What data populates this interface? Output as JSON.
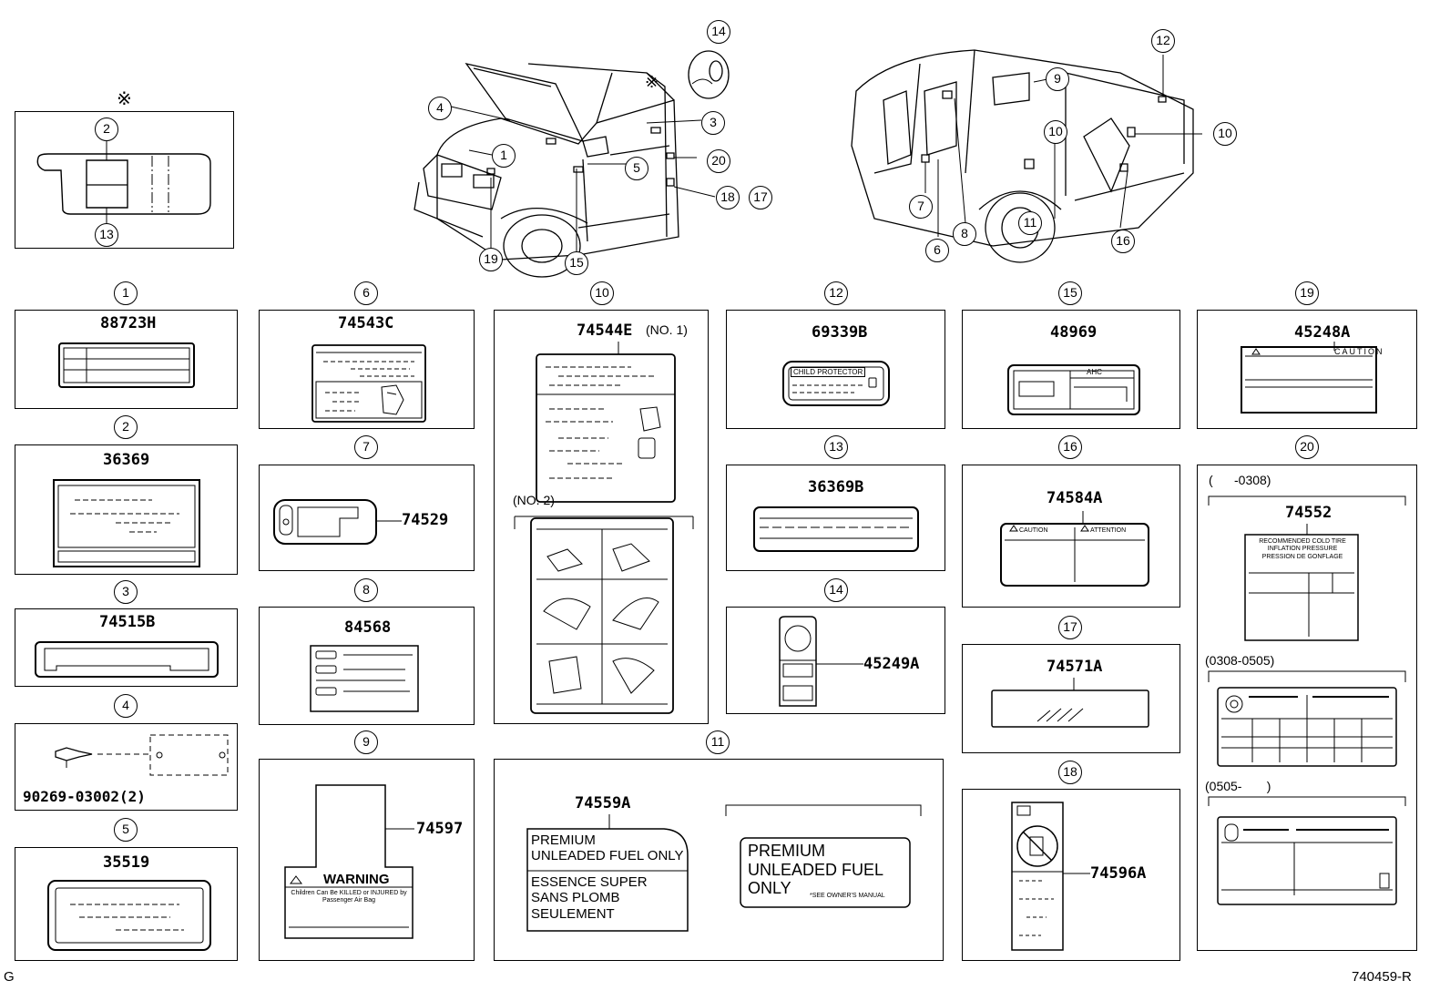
{
  "asterisk": "※",
  "footer_left": "G",
  "footer_right": "740459-R",
  "parts": {
    "p1": {
      "num": "1",
      "code": "88723H"
    },
    "p2": {
      "num": "2",
      "code": "36369"
    },
    "p3": {
      "num": "3",
      "code": "74515B"
    },
    "p4": {
      "num": "4",
      "code": "90269-03002(2)"
    },
    "p5": {
      "num": "5",
      "code": "35519"
    },
    "p6": {
      "num": "6",
      "code": "74543C"
    },
    "p7": {
      "num": "7",
      "code": "74529"
    },
    "p8": {
      "num": "8",
      "code": "84568"
    },
    "p9": {
      "num": "9",
      "code": "74597",
      "warning": "WARNING",
      "warning_text": "Children Can Be KILLED or INJURED by Passenger Air Bag"
    },
    "p10": {
      "num": "10",
      "code": "74544E",
      "code_suffix": "(NO. 1)",
      "sub": "(NO. 2)"
    },
    "p11": {
      "num": "11",
      "code": "74559A",
      "label1": [
        "PREMIUM",
        "UNLEADED FUEL ONLY"
      ],
      "label1b": [
        "ESSENCE SUPER",
        "SANS PLOMB",
        "SEULEMENT"
      ],
      "label2": [
        "PREMIUM",
        "UNLEADED FUEL",
        "ONLY"
      ],
      "label2_note": "*SEE OWNER'S MANUAL"
    },
    "p12": {
      "num": "12",
      "code": "69339B",
      "label": "CHILD PROTECTOR"
    },
    "p13": {
      "num": "13",
      "code": "36369B"
    },
    "p14": {
      "num": "14",
      "code": "45249A"
    },
    "p15": {
      "num": "15",
      "code": "48969",
      "label": "AHC"
    },
    "p16": {
      "num": "16",
      "code": "74584A",
      "caution": "CAUTION",
      "attention": "ATTENTION"
    },
    "p17": {
      "num": "17",
      "code": "74571A"
    },
    "p18": {
      "num": "18",
      "code": "74596A"
    },
    "p19": {
      "num": "19",
      "code": "45248A",
      "label": "CAUTION"
    },
    "p20": {
      "num": "20",
      "code": "74552",
      "range1": "(      -0308)",
      "range2": "(0308-0505)",
      "range3": "(0505-       )",
      "tire_lines": [
        "RECOMMENDED COLD TIRE",
        "INFLATION PRESSURE",
        "PRESSION DE GONFLAGE"
      ]
    }
  }
}
